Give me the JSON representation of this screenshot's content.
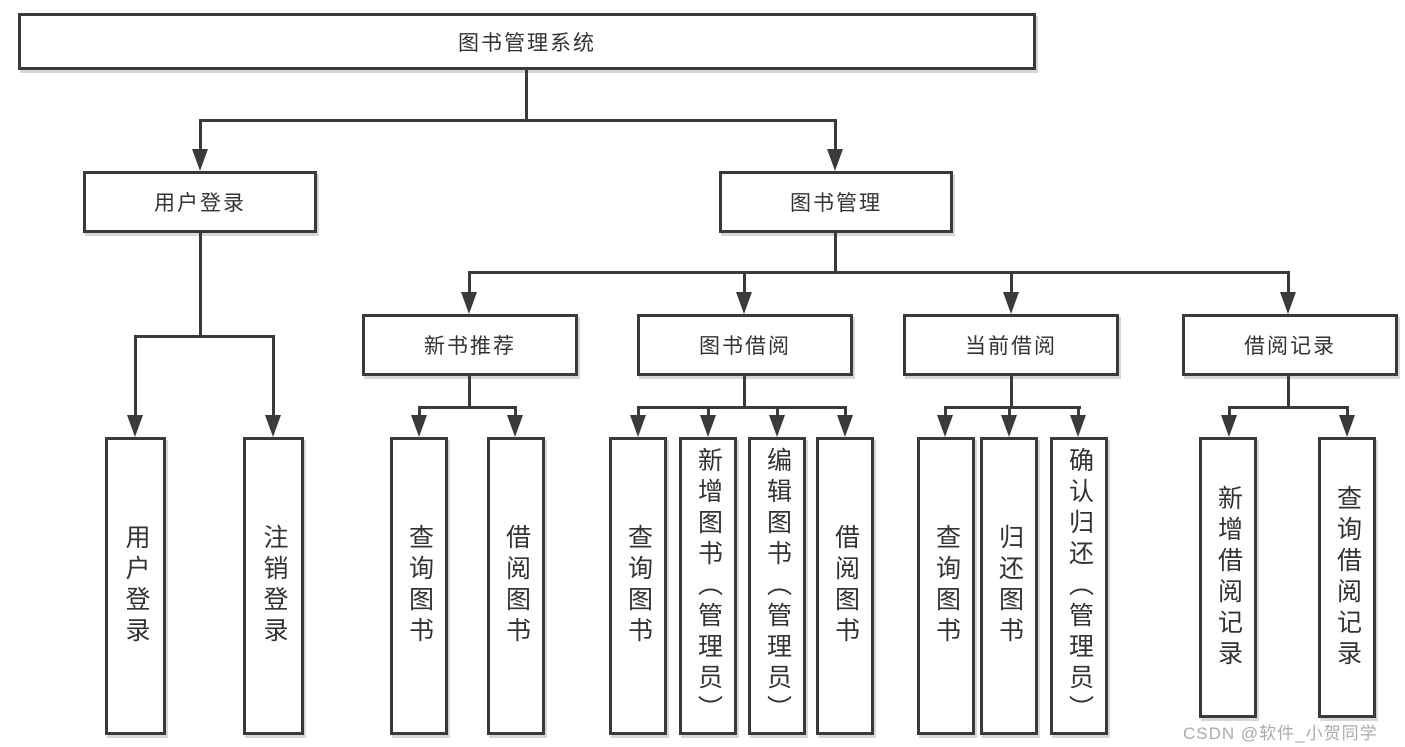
{
  "diagram": {
    "title_note": "functional structure tree",
    "root": {
      "label": "图书管理系统"
    },
    "branches": {
      "user_login": {
        "label": "用户登录",
        "children": [
          "用户登录",
          "注销登录"
        ]
      },
      "book_management": {
        "label": "图书管理"
      }
    },
    "modules": [
      {
        "label": "新书推荐",
        "children": [
          "查询图书",
          "借阅图书"
        ]
      },
      {
        "label": "图书借阅",
        "children": [
          "查询图书",
          "新增图书（管理员）",
          "编辑图书（管理员）",
          "借阅图书"
        ]
      },
      {
        "label": "当前借阅",
        "children": [
          "查询图书",
          "归还图书",
          "确认归还（管理员）"
        ]
      },
      {
        "label": "借阅记录",
        "children": [
          "新增借阅记录",
          "查询借阅记录"
        ]
      }
    ]
  },
  "watermark": {
    "text": "CSDN @软件_小贺同学"
  },
  "colors": {
    "line": "#3a3a3a",
    "text": "#333333",
    "watermark": "#ababab",
    "background": "#ffffff"
  }
}
